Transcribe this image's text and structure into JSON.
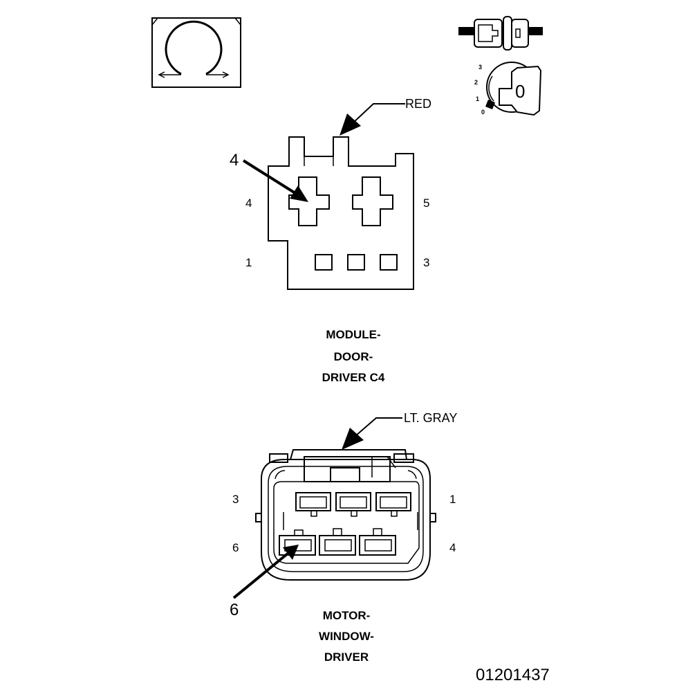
{
  "connector_c4": {
    "color_callout": "RED",
    "pointer_label": "4",
    "pins": {
      "top_left": "4",
      "top_right": "5",
      "bottom_left": "1",
      "bottom_right": "3"
    },
    "caption": [
      "MODULE-",
      "DOOR-",
      "DRIVER C4"
    ]
  },
  "connector_motor": {
    "color_callout": "LT. GRAY",
    "pointer_label": "6",
    "pins": {
      "top_left": "3",
      "top_right": "1",
      "bottom_left": "6",
      "bottom_right": "4"
    },
    "caption": [
      "MOTOR-",
      "WINDOW-",
      "DRIVER"
    ]
  },
  "ignition_key": {
    "positions": [
      "3",
      "2",
      "1",
      "0"
    ],
    "key_symbol": "0"
  },
  "icons": [
    "ohmmeter-symbol-icon",
    "connector-disconnected-icon",
    "ignition-key-off-icon"
  ],
  "part_number": "01201437"
}
